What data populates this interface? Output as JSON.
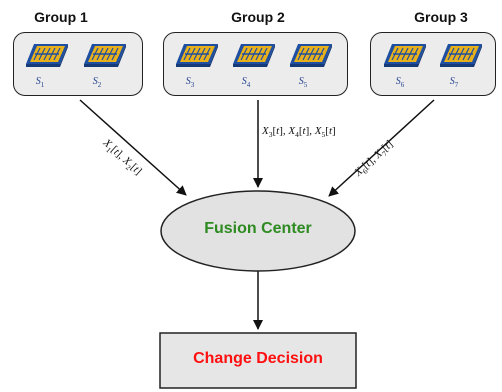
{
  "groups": [
    {
      "title": "Group 1",
      "sensors": [
        {
          "letter": "S",
          "index": "1"
        },
        {
          "letter": "S",
          "index": "2"
        }
      ]
    },
    {
      "title": "Group 2",
      "sensors": [
        {
          "letter": "S",
          "index": "3"
        },
        {
          "letter": "S",
          "index": "4"
        },
        {
          "letter": "S",
          "index": "5"
        }
      ]
    },
    {
      "title": "Group 3",
      "sensors": [
        {
          "letter": "S",
          "index": "6"
        },
        {
          "letter": "S",
          "index": "7"
        }
      ]
    }
  ],
  "signals": {
    "group1": [
      {
        "var": "X",
        "index": "1",
        "arg": "t"
      },
      {
        "var": "X",
        "index": "2",
        "arg": "t"
      }
    ],
    "group2": [
      {
        "var": "X",
        "index": "3",
        "arg": "t"
      },
      {
        "var": "X",
        "index": "4",
        "arg": "t"
      },
      {
        "var": "X",
        "index": "5",
        "arg": "t"
      }
    ],
    "group3": [
      {
        "var": "X",
        "index": "6",
        "arg": "t"
      },
      {
        "var": "X",
        "index": "7",
        "arg": "t"
      }
    ]
  },
  "fusion_center": {
    "label": "Fusion Center",
    "color": "#2e8b22"
  },
  "change_decision": {
    "label": "Change Decision",
    "color": "#ff1010"
  },
  "colors": {
    "box_fill": "#ececec",
    "ellipse_fill": "#e2e2e2",
    "chip_gold": "#e8b11c",
    "chip_blue": "#1f4fa0",
    "sensor_label": "#1f3f8f"
  }
}
